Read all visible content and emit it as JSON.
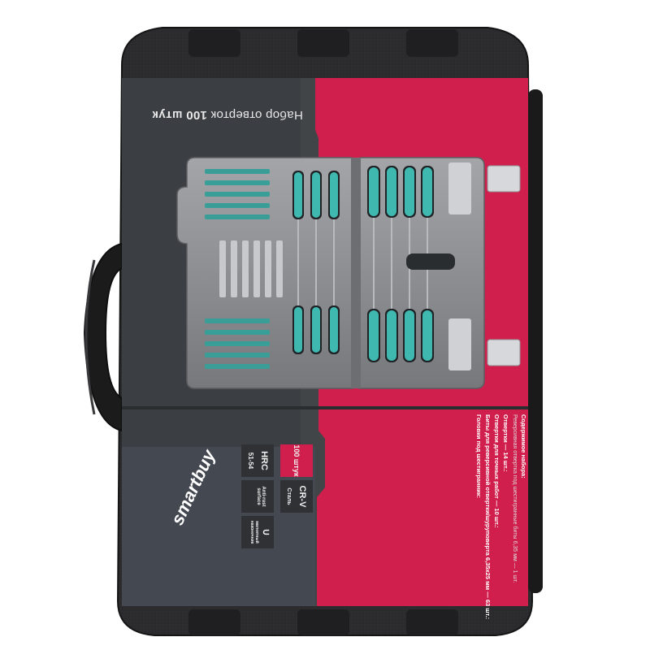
{
  "product": {
    "title_main": "Набор отверток",
    "title_count": "100 штук",
    "brand": "smartbuy",
    "badges": {
      "count": "100 штук",
      "steel": "CR-V",
      "steel_sub": "Сталь",
      "hardness": "HRC",
      "hardness_value": "51-54",
      "antirust": "Anti-rust surface",
      "magnet": "магнитный наконечник"
    },
    "contents_heading": "Содержимое набора:",
    "contents": [
      "Реверсивная отвертка под шестигранные биты 6,35 мм — 1 шт.",
      "Отвертки — 14 шт.:",
      "Отвертки для точных работ — 10 шт.:",
      "Биты для реверсивной отвертки/шуруповерта 6,35x25 мм — 63 шт.:",
      "Головки под шестигранник:"
    ]
  },
  "colors": {
    "case": "#2a2a2c",
    "sleeve": "#414548",
    "accent": "#d11f4d",
    "tray": "#8d8f93",
    "handle_accent": "#3fb8b0"
  }
}
